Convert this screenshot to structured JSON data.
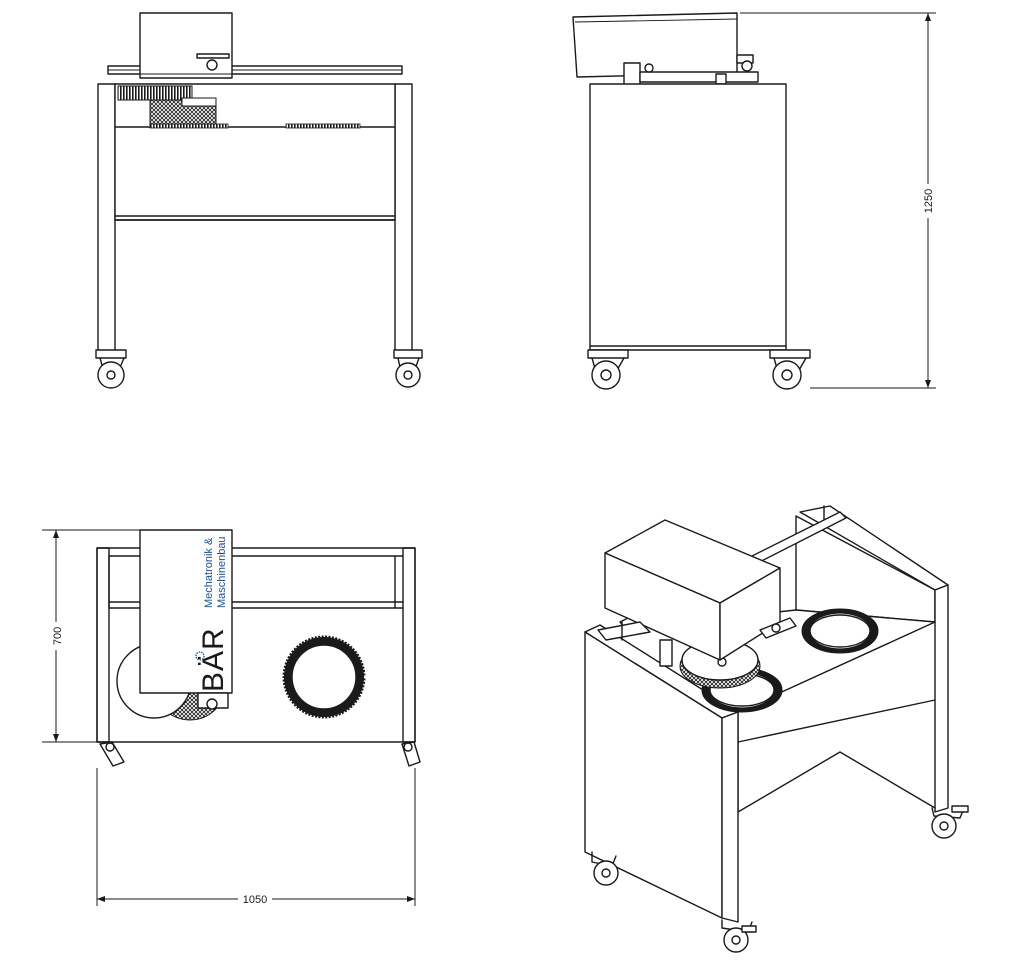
{
  "dimensions": {
    "height": "1250",
    "depth": "700",
    "width": "1050"
  },
  "logo": {
    "line1": "Mechatronik &",
    "line2": "Maschinenbau",
    "brand": "BÄR"
  },
  "colors": {
    "line": "#1a1a1a",
    "logo_text": "#1f4f8f"
  }
}
